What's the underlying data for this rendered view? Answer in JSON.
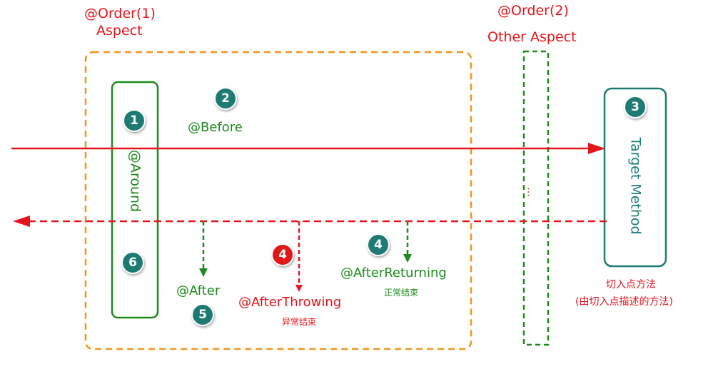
{
  "order1": {
    "order": "@Order(1)",
    "name": "Aspect"
  },
  "order2": {
    "order": "@Order(2)",
    "name": "Other Aspect"
  },
  "around": "@Around",
  "before": "@Before",
  "after": "@After",
  "after_throwing": "@AfterThrowing",
  "after_throwing_note": "异常结束",
  "after_returning": "@AfterReturning",
  "after_returning_note": "正常结束",
  "target": "Target Method",
  "target_note1": "切入点方法",
  "target_note2": "(由切入点描述的方法)",
  "ellipsis": "...",
  "badges": {
    "b1": "1",
    "b2": "2",
    "b3": "3",
    "b4_throw": "4",
    "b4_return": "4",
    "b5": "5",
    "b6": "6"
  },
  "colors": {
    "red": "#e5141c",
    "green": "#1e8a1e",
    "orange": "#f0961e",
    "teal": "#1e7b73"
  }
}
